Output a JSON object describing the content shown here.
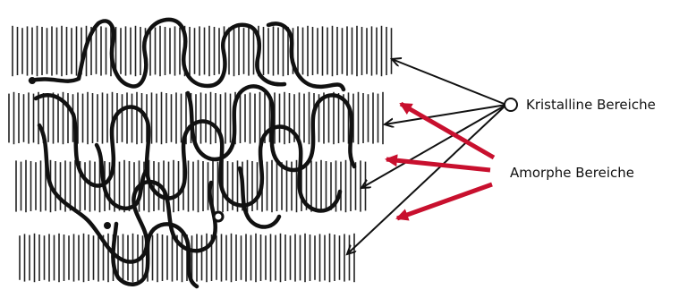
{
  "labels": {
    "crystalline": "Kristalline Bereiche",
    "amorphous": "Amorphe Bereiche"
  },
  "colors": {
    "background": "#ffffff",
    "ink": "#111111",
    "red_arrow": "#c8102e"
  },
  "icons": {
    "crystalline_marker": "open-circle",
    "chain_ends": "filled-dot"
  }
}
